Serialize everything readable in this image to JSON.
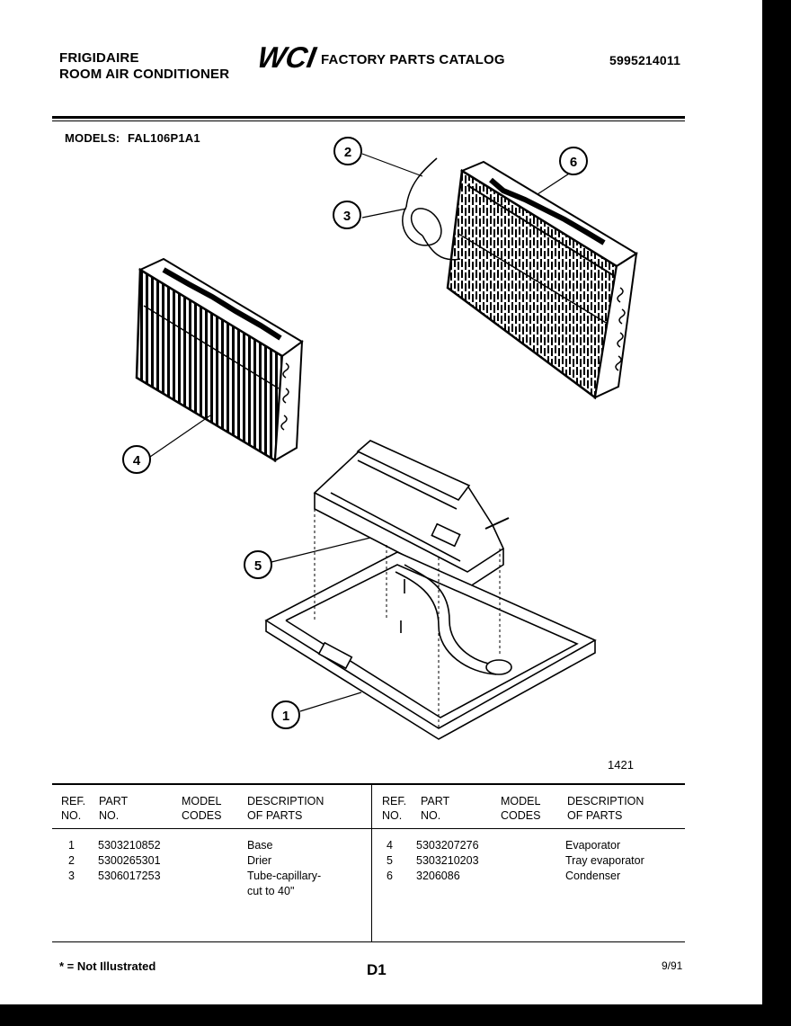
{
  "header": {
    "brand_line1": "FRIGIDAIRE",
    "brand_line2": "ROOM AIR CONDITIONER",
    "logo_text": "WCI",
    "catalog_title": "FACTORY PARTS CATALOG",
    "catalog_number": "5995214011"
  },
  "models_label": "MODELS:",
  "model_number": "FAL106P1A1",
  "callouts": [
    "1",
    "2",
    "3",
    "4",
    "5",
    "6"
  ],
  "diagram_id": "1421",
  "table": {
    "headers": {
      "ref": [
        "REF.",
        "NO."
      ],
      "part": [
        "PART",
        "NO."
      ],
      "model": [
        "MODEL",
        "CODES"
      ],
      "desc": [
        "DESCRIPTION",
        "OF PARTS"
      ]
    },
    "left_rows": [
      {
        "ref": "1",
        "part": "5303210852",
        "desc": "Base"
      },
      {
        "ref": "2",
        "part": "5300265301",
        "desc": "Drier"
      },
      {
        "ref": "3",
        "part": "5306017253",
        "desc": "Tube-capillary-",
        "desc2": "cut to 40\""
      }
    ],
    "right_rows": [
      {
        "ref": "4",
        "part": "5303207276",
        "desc": "Evaporator"
      },
      {
        "ref": "5",
        "part": "5303210203",
        "desc": "Tray evaporator"
      },
      {
        "ref": "6",
        "part": "3206086",
        "desc": "Condenser"
      }
    ]
  },
  "footer": {
    "note": "* = Not Illustrated",
    "page": "D1",
    "date": "9/91"
  }
}
